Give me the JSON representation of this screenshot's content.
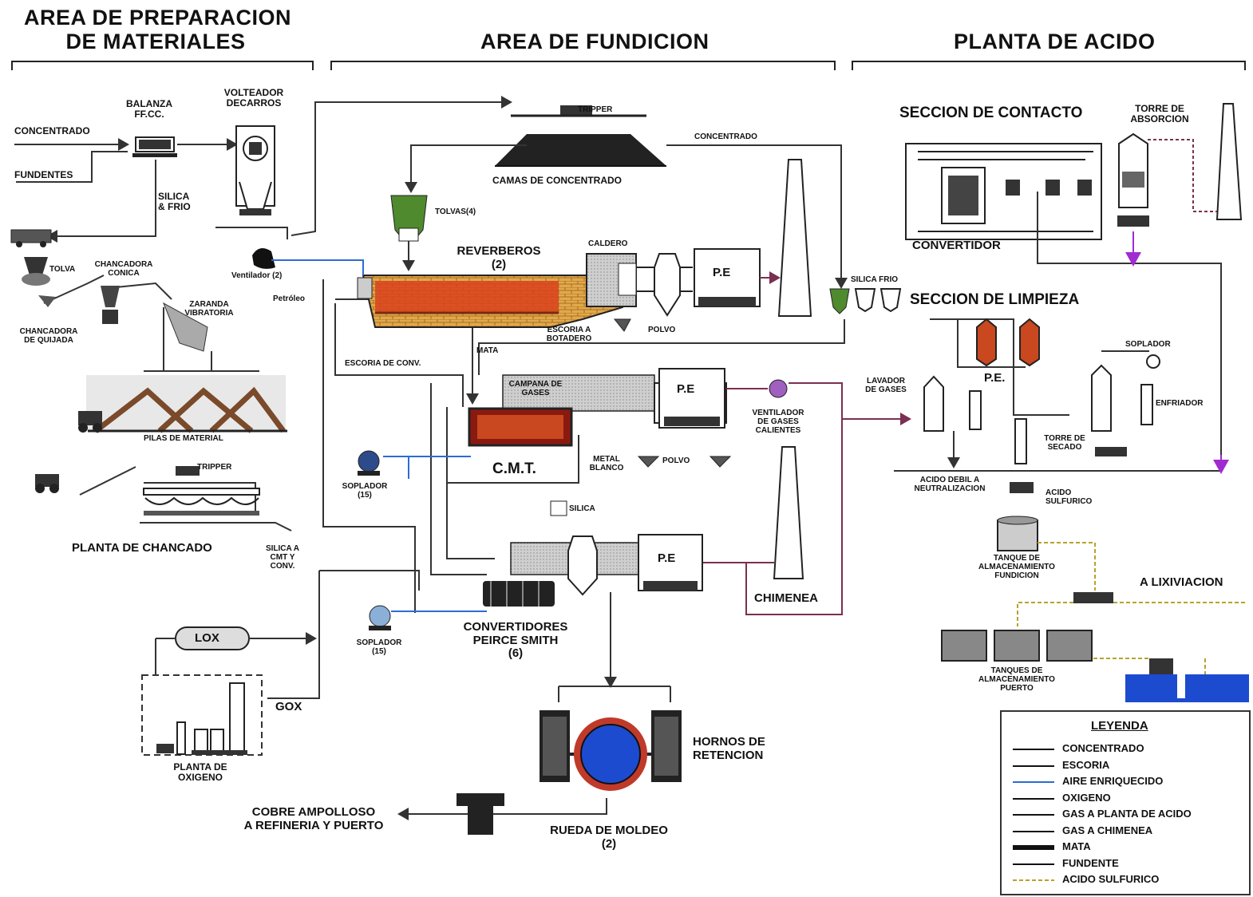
{
  "sections": {
    "materials": "AREA DE PREPARACION\nDE MATERIALES",
    "smelting": "AREA DE FUNDICION",
    "acid": "PLANTA DE ACIDO"
  },
  "labels": {
    "concentrado": "CONCENTRADO",
    "fundentes": "FUNDENTES",
    "balanza": "BALANZA\nFF.CC.",
    "volteador": "VOLTEADOR\nDECARROS",
    "silica_frio": "SILICA\n& FRIO",
    "tolva": "TOLVA",
    "chancadora_conica": "CHANCADORA\nCONICA",
    "zaranda": "ZARANDA\nVIBRATORIA",
    "chancadora_quijada": "CHANCADORA\nDE QUIJADA",
    "pilas": "PILAS DE MATERIAL",
    "tripper_lower": "TRIPPER",
    "planta_chancado": "PLANTA DE CHANCADO",
    "silica_cmt": "SILICA A\nCMT Y\nCONV.",
    "ventilador_2": "Ventilador (2)",
    "petroleo": "Petróleo",
    "tripper_top": "TRIPPER",
    "concentrado_top": "CONCENTRADO",
    "camas": "CAMAS DE CONCENTRADO",
    "tolvas": "TOLVAS(4)",
    "reverberos": "REVERBEROS\n(2)",
    "caldero": "CALDERO",
    "pe_1": "P.E",
    "escoria_botadero": "ESCORIA A\nBOTADERO",
    "polvo_1": "POLVO",
    "silica_frio_small": "SILICA FRIO",
    "mata": "MATA",
    "escoria_conv": "ESCORIA DE CONV.",
    "campana": "CAMPANA DE\nGASES",
    "pe_2": "P.E",
    "ventilador_gases": "VENTILADOR\nDE GASES\nCALIENTES",
    "cmt": "C.M.T.",
    "metal_blanco": "METAL\nBLANCO",
    "polvo_2": "POLVO",
    "soplador_15a": "SOPLADOR\n(15)",
    "silica_conv": "SILICA",
    "pe_3": "P.E",
    "chimenea": "CHIMENEA",
    "convertidores": "CONVERTIDORES\nPEIRCE SMITH\n(6)",
    "soplador_15b": "SOPLADOR\n(15)",
    "lox": "LOX",
    "gox": "GOX",
    "planta_oxigeno": "PLANTA DE\nOXIGENO",
    "hornos_retencion": "HORNOS DE\nRETENCION",
    "rueda_moldeo": "RUEDA DE MOLDEO\n(2)",
    "cobre_ampolloso": "COBRE AMPOLLOSO\nA REFINERIA Y PUERTO",
    "seccion_contacto": "SECCION DE CONTACTO",
    "torre_absorcion": "TORRE DE\nABSORCION",
    "convertidor": "CONVERTIDOR",
    "seccion_limpieza": "SECCION DE LIMPIEZA",
    "soplador_acid": "SOPLADOR",
    "pe_acid": "P.E.",
    "lavador_gases": "LAVADOR\nDE GASES",
    "enfriador": "ENFRIADOR",
    "torre_secado": "TORRE DE\nSECADO",
    "acido_sulfurico": "ACIDO\nSULFURICO",
    "acido_debil": "ACIDO DEBIL A\nNEUTRALIZACION",
    "tanque_fundicion": "TANQUE DE\nALMACENAMIENTO\nFUNDICION",
    "a_lixiviacion": "A LIXIVIACION",
    "tanques_puerto": "TANQUES DE\nALMACENAMIENTO\nPUERTO"
  },
  "legend": {
    "title": "LEYENDA",
    "items": [
      {
        "label": "CONCENTRADO",
        "color": "#111111"
      },
      {
        "label": "ESCORIA",
        "color": "#111111"
      },
      {
        "label": "AIRE ENRIQUECIDO",
        "color": "#2b6cd4"
      },
      {
        "label": "OXIGENO",
        "color": "#111111"
      },
      {
        "label": "GAS A PLANTA DE ACIDO",
        "color": "#111111"
      },
      {
        "label": "GAS A CHIMENEA",
        "color": "#111111"
      },
      {
        "label": "MATA",
        "color": "#111111",
        "thick": true
      },
      {
        "label": "FUNDENTE",
        "color": "#111111"
      },
      {
        "label": "ACIDO SULFURICO",
        "color": "#b8a22a"
      }
    ]
  },
  "colors": {
    "flow": "#333333",
    "air": "#2b6cd4",
    "gas": "#7a3050",
    "acid": "#b8a22a",
    "furnace": "#d9421c",
    "brick": "#e0a94a",
    "pile": "#7a4a2a",
    "tolva": "#4f8a2e",
    "arrow_purple": "#a02bd0",
    "tank_red": "#c9481f",
    "wheel_blue": "#1d4bd0"
  }
}
